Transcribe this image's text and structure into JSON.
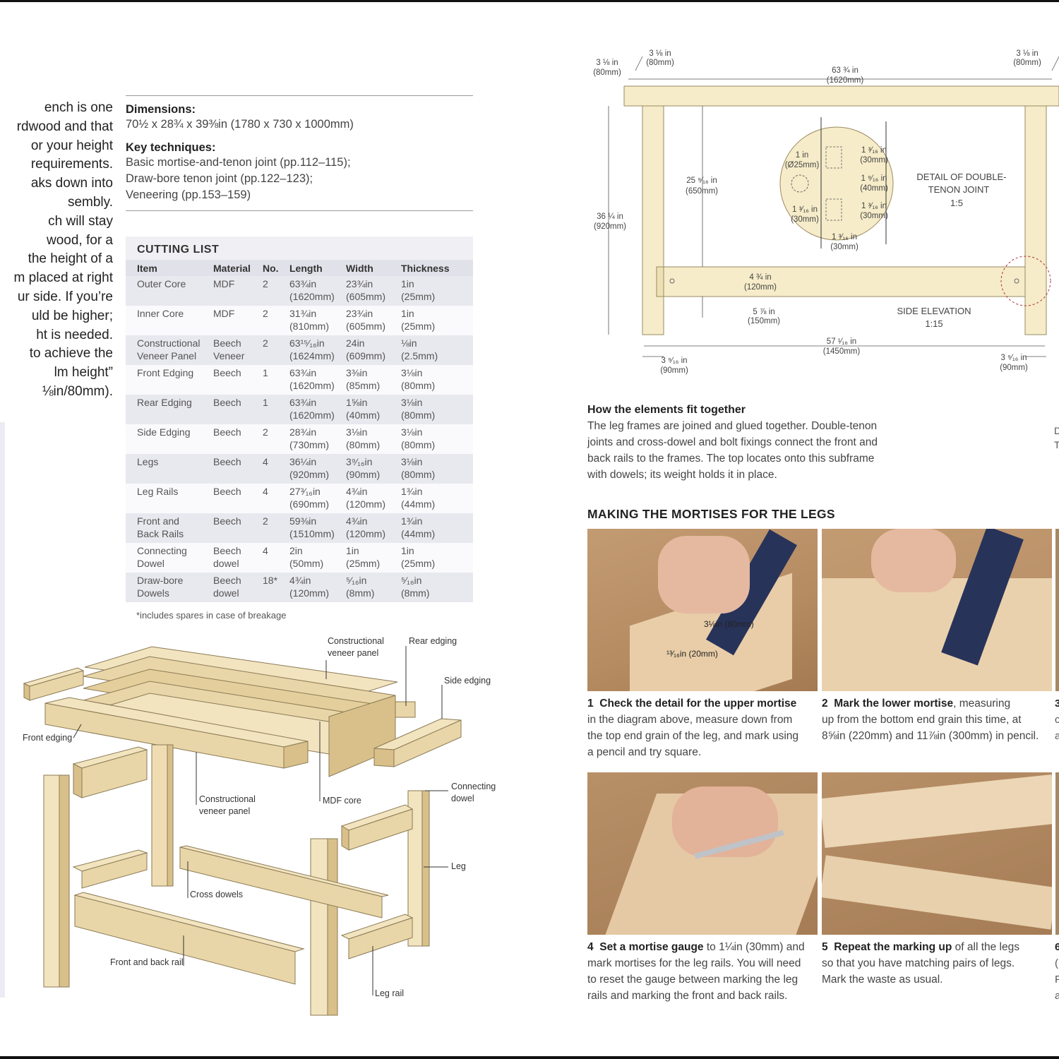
{
  "intro": {
    "lines": [
      "ench is one",
      "rdwood and that",
      "or your height",
      "requirements.",
      "aks down into",
      "sembly.",
      "ch will stay",
      " wood, for a",
      " the height of a",
      "m placed at right",
      "ur side. If you’re",
      "uld be higher;",
      "ht is needed.",
      "to achieve the",
      "lm height”",
      "⅛in/80mm)."
    ]
  },
  "specs": {
    "dimensions_label": "Dimensions:",
    "dimensions_value": "70½ x 28¾ x 39⅜in (1780 x 730 x 1000mm)",
    "techniques_label": "Key techniques:",
    "techniques": [
      "Basic mortise-and-tenon joint (pp.112–115);",
      "Draw-bore tenon joint (pp.122–123);",
      "Veneering (pp.153–159)"
    ]
  },
  "cutting_list": {
    "title": "CUTTING LIST",
    "headers": [
      "Item",
      "Material",
      "No.",
      "Length",
      "Width",
      "Thickness"
    ],
    "rows": [
      {
        "item": [
          "Outer Core"
        ],
        "material": [
          "MDF"
        ],
        "no": "2",
        "length": [
          "63¾in",
          "(1620mm)"
        ],
        "width": [
          "23¾in",
          "(605mm)"
        ],
        "thickness": [
          "1in",
          "(25mm)"
        ]
      },
      {
        "item": [
          "Inner Core"
        ],
        "material": [
          "MDF"
        ],
        "no": "2",
        "length": [
          "31¾in",
          "(810mm)"
        ],
        "width": [
          "23¾in",
          "(605mm)"
        ],
        "thickness": [
          "1in",
          "(25mm)"
        ]
      },
      {
        "item": [
          "Constructional",
          "Veneer Panel"
        ],
        "material": [
          "Beech",
          "Veneer"
        ],
        "no": "2",
        "length": [
          "63¹⁵⁄₁₆in",
          "(1624mm)"
        ],
        "width": [
          "24in",
          "(609mm)"
        ],
        "thickness": [
          "⅛in",
          "(2.5mm)"
        ]
      },
      {
        "item": [
          "Front Edging"
        ],
        "material": [
          "Beech"
        ],
        "no": "1",
        "length": [
          "63¾in",
          "(1620mm)"
        ],
        "width": [
          "3⅜in",
          "(85mm)"
        ],
        "thickness": [
          "3⅛in",
          "(80mm)"
        ]
      },
      {
        "item": [
          "Rear Edging"
        ],
        "material": [
          "Beech"
        ],
        "no": "1",
        "length": [
          "63¾in",
          "(1620mm)"
        ],
        "width": [
          "1⅝in",
          "(40mm)"
        ],
        "thickness": [
          "3⅛in",
          "(80mm)"
        ]
      },
      {
        "item": [
          "Side Edging"
        ],
        "material": [
          "Beech"
        ],
        "no": "2",
        "length": [
          "28¾in",
          "(730mm)"
        ],
        "width": [
          "3⅛in",
          "(80mm)"
        ],
        "thickness": [
          "3⅛in",
          "(80mm)"
        ]
      },
      {
        "item": [
          "Legs"
        ],
        "material": [
          "Beech"
        ],
        "no": "4",
        "length": [
          "36¼in",
          "(920mm)"
        ],
        "width": [
          "3⁹⁄₁₆in",
          "(90mm)"
        ],
        "thickness": [
          "3⅛in",
          "(80mm)"
        ]
      },
      {
        "item": [
          "Leg Rails"
        ],
        "material": [
          "Beech"
        ],
        "no": "4",
        "length": [
          "27³⁄₁₆in",
          "(690mm)"
        ],
        "width": [
          "4¾in",
          "(120mm)"
        ],
        "thickness": [
          "1¾in",
          "(44mm)"
        ]
      },
      {
        "item": [
          "Front and",
          "Back Rails"
        ],
        "material": [
          "Beech"
        ],
        "no": "2",
        "length": [
          "59⅜in",
          "(1510mm)"
        ],
        "width": [
          "4¾in",
          "(120mm)"
        ],
        "thickness": [
          "1¾in",
          "(44mm)"
        ]
      },
      {
        "item": [
          "Connecting",
          "Dowel"
        ],
        "material": [
          "Beech",
          "dowel"
        ],
        "no": "4",
        "length": [
          "2in",
          "(50mm)"
        ],
        "width": [
          "1in",
          "(25mm)"
        ],
        "thickness": [
          "1in",
          "(25mm)"
        ]
      },
      {
        "item": [
          "Draw-bore",
          "Dowels"
        ],
        "material": [
          "Beech",
          "dowel"
        ],
        "no": "18*",
        "length": [
          "4¾in",
          "(120mm)"
        ],
        "width": [
          "⁵⁄₁₆in",
          "(8mm)"
        ],
        "thickness": [
          "⁵⁄₁₆in",
          "(8mm)"
        ]
      }
    ],
    "footnote": "*includes spares in case of breakage"
  },
  "exploded": {
    "labels": {
      "cvp_top_1": "Constructional",
      "cvp_top_2": "veneer panel",
      "rear_edging": "Rear edging",
      "side_edging": "Side edging",
      "front_edging": "Front edging",
      "cvp_mid_1": "Constructional",
      "cvp_mid_2": "veneer panel",
      "mdf_core": "MDF core",
      "connecting_1": "Connecting",
      "connecting_2": "dowel",
      "leg": "Leg",
      "cross_dowels": "Cross dowels",
      "front_back_rail": "Front and back rail",
      "leg_rail": "Leg rail"
    }
  },
  "elevation": {
    "d_top_left_in": "3 ⅛ in",
    "d_top_left_mm": "(80mm)",
    "d_top_left2_in": "3 ⅛ in",
    "d_top_left2_mm": "(80mm)",
    "d_top_right_in": "3 ⅛ in",
    "d_top_right_mm": "(80mm)",
    "d_length_in": "63 ¾ in",
    "d_length_mm": "(1620mm)",
    "d_height_in": "36 ¼ in",
    "d_height_mm": "(920mm)",
    "d_rail_in": "25 ⁹⁄₁₆ in",
    "d_rail_mm": "(650mm)",
    "d_rail_w_in": "4 ¾ in",
    "d_rail_w_mm": "(120mm)",
    "d_rail_off_in": "5 ⅞ in",
    "d_rail_off_mm": "(150mm)",
    "d_inner_in": "57 ¹⁄₁₆ in",
    "d_inner_mm": "(1450mm)",
    "d_leg_l_in": "3 ⁹⁄₁₆ in",
    "d_leg_l_mm": "(90mm)",
    "d_leg_r_in": "3 ⁹⁄₁₆ in",
    "d_leg_r_mm": "(90mm)",
    "detail_dowel_in": "1 in",
    "detail_dowel_mm": "(Ø25mm)",
    "detail_a_in": "1 ³⁄₁₆ in",
    "detail_a_mm": "(30mm)",
    "detail_b_in": "1 ⁹⁄₁₆ in",
    "detail_b_mm": "(40mm)",
    "detail_c_in": "1 ³⁄₁₆ in",
    "detail_c_mm": "(30mm)",
    "detail_d_in": "1 ³⁄₁₆ in",
    "detail_d_mm": "(30mm)",
    "detail_e_in": "1 ³⁄₁₆ in",
    "detail_e_mm": "(30mm)",
    "detail_title_1": "DETAIL OF DOUBLE-",
    "detail_title_2": "TENON JOINT",
    "detail_scale": "1:5",
    "side_title": "SIDE ELEVATION",
    "side_scale": "1:15"
  },
  "fit": {
    "title": "How the elements fit together",
    "body": [
      "The leg frames are joined and glued together. Double-tenon",
      "joints and cross-dowel and bolt fixings connect the front and",
      "back rails to the frames. The top locates onto this subframe",
      "with dowels; its weight holds it in place."
    ]
  },
  "right_edge": {
    "a": "D",
    "b": "T"
  },
  "mortises": {
    "title": "MAKING THE MORTISES FOR THE LEGS",
    "photo1_label_a": "3⅛in (80mm)",
    "photo1_label_b": "¹³⁄₁₆in (20mm)",
    "steps": [
      {
        "num": "1",
        "bold": "Check the detail for the upper mortise",
        "lines": [
          "in the diagram above, measure down from",
          "the top end grain of the leg, and mark using",
          "a pencil and try square."
        ]
      },
      {
        "num": "2",
        "bold": "Mark the lower mortise",
        "rest": ", measuring",
        "lines": [
          "up from the bottom end grain this time, at",
          "8⅝in (220mm) and 11⅞in (300mm) in pencil."
        ]
      },
      {
        "num": "4",
        "bold": "Set a mortise gauge",
        "rest": " to 1¼in (30mm) and",
        "lines": [
          "mark mortises for the leg rails. You will need",
          "to reset the gauge between marking the leg",
          "rails and marking the front and back rails."
        ]
      },
      {
        "num": "5",
        "bold": "Repeat the marking up",
        "rest": " of all the legs",
        "lines": [
          "so that you have matching pairs of legs.",
          "Mark the waste as usual."
        ]
      }
    ],
    "edge_chars": [
      "3",
      "c",
      "a",
      "6",
      "(",
      "F",
      "a"
    ]
  }
}
